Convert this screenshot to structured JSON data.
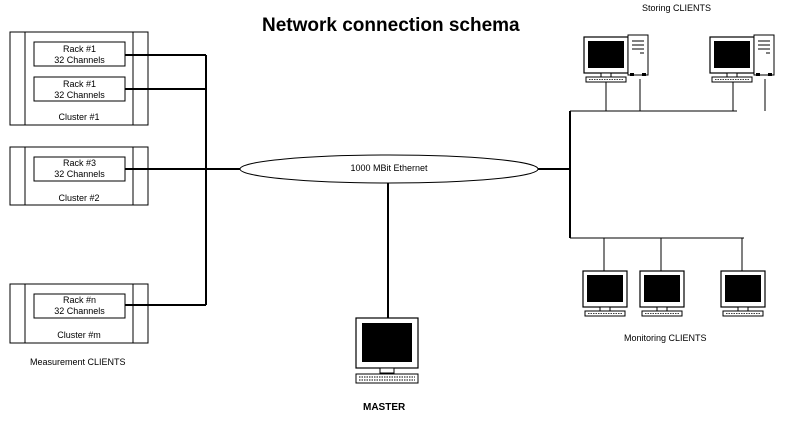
{
  "title": "Network connection schema",
  "network": {
    "label": "1000 MBit Ethernet"
  },
  "measurement": {
    "group_label": "Measurement CLIENTS",
    "clusters": [
      {
        "label": "Cluster #1",
        "racks": [
          {
            "name": "Rack #1",
            "channels": "32 Channels"
          },
          {
            "name": "Rack #1",
            "channels": "32 Channels"
          }
        ]
      },
      {
        "label": "Cluster #2",
        "racks": [
          {
            "name": "Rack #3",
            "channels": "32 Channels"
          }
        ]
      },
      {
        "label": "Cluster #m",
        "racks": [
          {
            "name": "Rack #n",
            "channels": "32 Channels"
          }
        ]
      }
    ]
  },
  "storing": {
    "label": "Storing CLIENTS",
    "icon": "workstation-tower-icon",
    "count": 2
  },
  "monitoring": {
    "label": "Monitoring CLIENTS",
    "icon": "monitor-keyboard-icon",
    "count": 3
  },
  "master": {
    "label": "MASTER",
    "icon": "monitor-keyboard-icon"
  }
}
